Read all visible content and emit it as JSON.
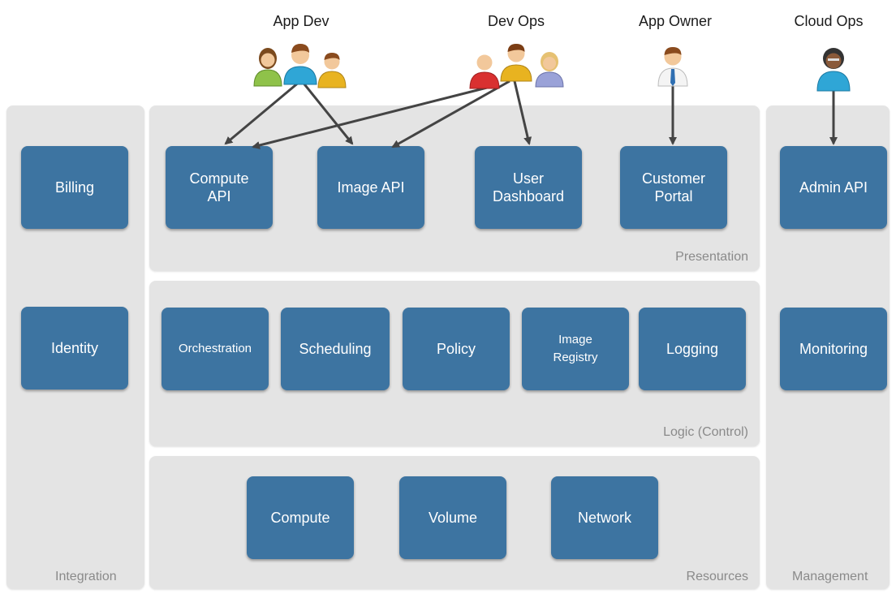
{
  "roles": {
    "app_dev": "App Dev",
    "dev_ops": "Dev Ops",
    "app_owner": "App Owner",
    "cloud_ops": "Cloud Ops"
  },
  "layers": {
    "integration": "Integration",
    "presentation": "Presentation",
    "logic": "Logic (Control)",
    "resources": "Resources",
    "management": "Management"
  },
  "components": {
    "billing": "Billing",
    "identity": "Identity",
    "compute_api": "Compute\nAPI",
    "image_api": "Image API",
    "user_dashboard": "User\nDashboard",
    "customer_portal": "Customer\nPortal",
    "orchestration": "Orchestration",
    "scheduling": "Scheduling",
    "policy": "Policy",
    "image_registry": "Image\nRegistry",
    "logging": "Logging",
    "compute": "Compute",
    "volume": "Volume",
    "network": "Network",
    "admin_api": "Admin API",
    "monitoring": "Monitoring"
  },
  "colors": {
    "component_box": "#3d74a1",
    "layer_panel": "#e4e4e4",
    "arrow": "#444444"
  },
  "icons": [
    "person-icon"
  ]
}
